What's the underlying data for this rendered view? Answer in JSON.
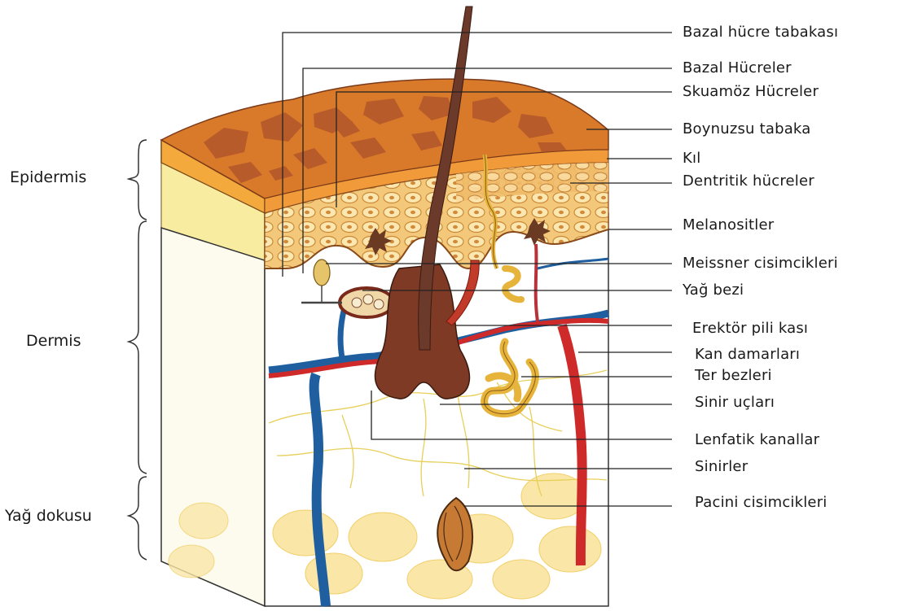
{
  "diagram": {
    "layer_labels": {
      "epidermis": "Epidermis",
      "dermis": "Dermis",
      "fat": "Yağ dokusu"
    },
    "structures": [
      "Bazal hücre tabakası",
      "Bazal Hücreler",
      "Skuamöz Hücreler",
      "Boynuzsu tabaka",
      "Kıl",
      "Dentritik hücreler",
      "Melanositler",
      "Meissner cisimcikleri",
      "Yağ bezi",
      "Erektör pili kası",
      "Kan damarları",
      "Ter bezleri",
      "Sinir uçları",
      "Lenfatik kanallar",
      "Sinirler",
      "Pacini cisimcikleri"
    ],
    "colors": {
      "stratum_corneum": "#d9792a",
      "corneum_patch": "#b65a2a",
      "epidermis_band": "#f4b04a",
      "cell_layer": "#f7cf84",
      "dermis_side": "#fbf3c5",
      "hair": "#6b3a2a",
      "follicle": "#8a3f2a",
      "artery": "#cf2a2a",
      "vein": "#1f5f9f",
      "gland": "#e6b43a",
      "fat_cells": "#fae7a8"
    }
  }
}
